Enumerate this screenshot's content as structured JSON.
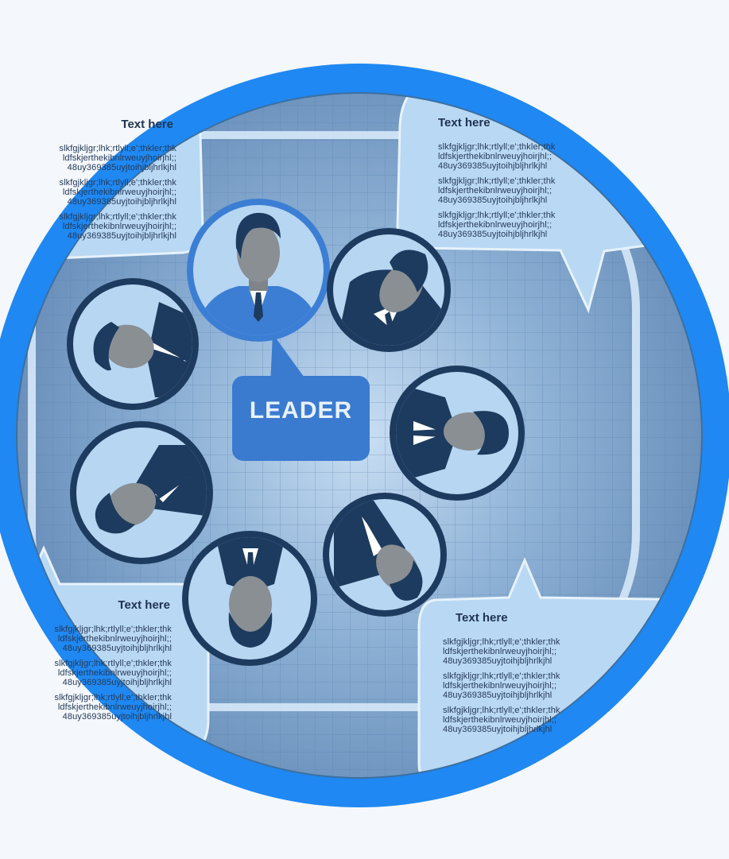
{
  "diagram": {
    "center_label": "LEADER",
    "member_count": 6,
    "colors": {
      "ring": "#1f88f2",
      "disc": "#6a93bf",
      "panel": "#b9d8f3",
      "circle_navy": "#1d3b5e",
      "circle_fill": "#b7d6f2",
      "leader_circle": "#3b7ed4",
      "leader_bubble": "#3a7bd0",
      "skin": "#8a8f93"
    }
  },
  "panels": {
    "top_left": {
      "heading": "Text here",
      "lines": [
        "slkfgjkljgr;lhk;rtlyll;e';thkler;thk",
        "ldfskjerthekibnlrweuyjhoirjhl;;",
        "48uy369385uyjtoihjbljhrlkjhl",
        "slkfgjkljgr;lhk;rtlyll;e';thkler;thk",
        "ldfskjerthekibnlrweuyjhoirjhl;;",
        "48uy369385uyjtoihjbljhrlkjhl",
        "slkfgjkljgr;lhk;rtlyll;e';thkler;thk",
        "ldfskjerthekibnlrweuyjhoirjhl;;",
        "48uy369385uyjtoihjbljhrlkjhl"
      ]
    },
    "top_right": {
      "heading": "Text here",
      "lines": [
        "slkfgjkljgr;lhk;rtlyll;e';thkler;thk",
        "ldfskjerthekibnlrweuyjhoirjhl;;",
        "48uy369385uyjtoihjbljhrlkjhl",
        "slkfgjkljgr;lhk;rtlyll;e';thkler;thk",
        "ldfskjerthekibnlrweuyjhoirjhl;;",
        "48uy369385uyjtoihjbljhrlkjhl",
        "slkfgjkljgr;lhk;rtlyll;e';thkler;thk",
        "ldfskjerthekibnlrweuyjhoirjhl;;",
        "48uy369385uyjtoihjbljhrlkjhl"
      ]
    },
    "bottom_left": {
      "heading": "Text here",
      "lines": [
        "slkfgjkljgr;lhk;rtlyll;e';thkler;thk",
        "ldfskjerthekibnlrweuyjhoirjhl;;",
        "48uy369385uyjtoihjbljhrlkjhl",
        "slkfgjkljgr;lhk;rtlyll;e';thkler;thk",
        "ldfskjerthekibnlrweuyjhoirjhl;;",
        "48uy369385uyjtoihjbljhrlkjhl",
        "slkfgjkljgr;lhk;rtlyll;e';thkler;thk",
        "ldfskjerthekibnlrweuyjhoirjhl;;",
        "48uy369385uyjtoihjbljhrlkjhl"
      ]
    },
    "bottom_right": {
      "heading": "Text here",
      "lines": [
        "slkfgjkljgr;lhk;rtlyll;e';thkler;thk",
        "ldfskjerthekibnlrweuyjhoirjhl;;",
        "48uy369385uyjtoihjbljhrlkjhl",
        "slkfgjkljgr;lhk;rtlyll;e';thkler;thk",
        "ldfskjerthekibnlrweuyjhoirjhl;;",
        "48uy369385uyjtoihjbljhrlkjhl",
        "slkfgjkljgr;lhk;rtlyll;e';thkler;thk",
        "ldfskjerthekibnlrweuyjhoirjhl;;",
        "48uy369385uyjtoihjbljhrlkjhl"
      ]
    }
  }
}
